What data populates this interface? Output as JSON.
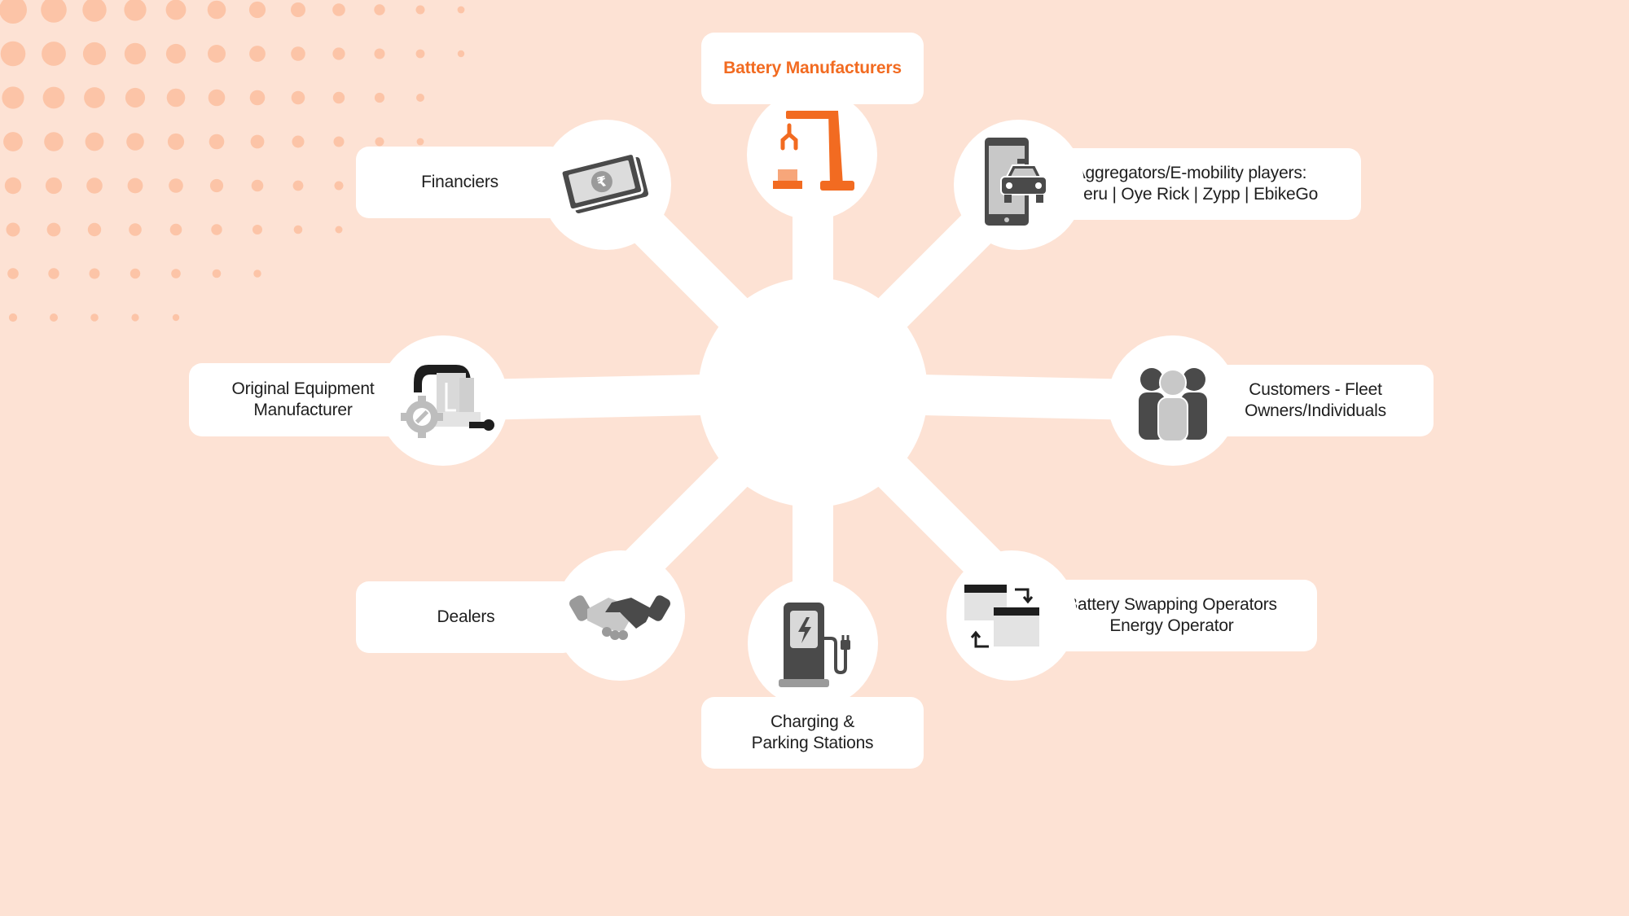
{
  "colors": {
    "background": "#fde2d4",
    "dot": "#fcc4a7",
    "accent": "#f26b21",
    "icon_dark": "#4a4a4a",
    "icon_light": "#c8c8c8",
    "panel": "#ffffff"
  },
  "hub": {
    "label": ""
  },
  "nodes": {
    "battery_manufacturers": {
      "label": "Battery Manufacturers",
      "icon": "crane-battery-icon"
    },
    "financiers": {
      "label": "Financiers",
      "icon": "rupee-banknote-icon"
    },
    "aggregators": {
      "line1": "Aggregators/E-mobility players:",
      "line2": "Sheru | Oye Rick | Zypp | EbikeGo",
      "icon": "phone-taxi-icon"
    },
    "oem": {
      "line1": "Original Equipment",
      "line2": "Manufacturer",
      "icon": "rickshaw-gear-icon"
    },
    "customers": {
      "line1": "Customers - Fleet",
      "line2": "Owners/Individuals",
      "icon": "people-group-icon"
    },
    "dealers": {
      "label": "Dealers",
      "icon": "handshake-icon"
    },
    "charging": {
      "line1": "Charging &",
      "line2": "Parking Stations",
      "icon": "charging-station-icon"
    },
    "swapping": {
      "line1": "Battery Swapping Operators",
      "line2": "Energy Operator",
      "icon": "battery-swap-icon"
    }
  }
}
